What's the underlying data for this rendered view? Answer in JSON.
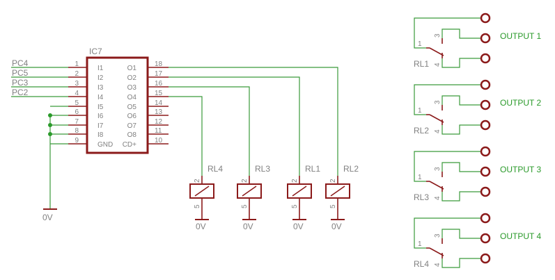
{
  "ic": {
    "name": "IC7",
    "left_pins": [
      {
        "num": "1",
        "label": "I1"
      },
      {
        "num": "2",
        "label": "I2"
      },
      {
        "num": "3",
        "label": "I3"
      },
      {
        "num": "4",
        "label": "I4"
      },
      {
        "num": "5",
        "label": "I5"
      },
      {
        "num": "6",
        "label": "I6"
      },
      {
        "num": "7",
        "label": "I7"
      },
      {
        "num": "8",
        "label": "I8"
      },
      {
        "num": "9",
        "label": "GND"
      }
    ],
    "right_pins": [
      {
        "num": "18",
        "label": "O1"
      },
      {
        "num": "17",
        "label": "O2"
      },
      {
        "num": "16",
        "label": "O3"
      },
      {
        "num": "15",
        "label": "O4"
      },
      {
        "num": "14",
        "label": "O5"
      },
      {
        "num": "13",
        "label": "O6"
      },
      {
        "num": "12",
        "label": "O7"
      },
      {
        "num": "11",
        "label": "O8"
      },
      {
        "num": "10",
        "label": "CD+"
      }
    ]
  },
  "nets": {
    "inputs": [
      "PC4",
      "PC5",
      "PC3",
      "PC2"
    ],
    "ground_label": "0V"
  },
  "coils": [
    {
      "name": "RL4",
      "pin_top": "2",
      "pin_bottom": "5",
      "ground": "0V"
    },
    {
      "name": "RL3",
      "pin_top": "2",
      "pin_bottom": "5",
      "ground": "0V"
    },
    {
      "name": "RL1",
      "pin_top": "2",
      "pin_bottom": "5",
      "ground": "0V"
    },
    {
      "name": "RL2",
      "pin_top": "2",
      "pin_bottom": "5",
      "ground": "0V"
    }
  ],
  "contacts": [
    {
      "name": "RL1",
      "output": "OUTPUT 1",
      "pin_common": "1",
      "pin_no": "3",
      "pin_nc": "4"
    },
    {
      "name": "RL2",
      "output": "OUTPUT 2",
      "pin_common": "1",
      "pin_no": "3",
      "pin_nc": "4"
    },
    {
      "name": "RL3",
      "output": "OUTPUT 3",
      "pin_common": "1",
      "pin_no": "3",
      "pin_nc": "4"
    },
    {
      "name": "RL4",
      "output": "OUTPUT 4",
      "pin_common": "1",
      "pin_no": "3",
      "pin_nc": "4"
    }
  ],
  "colors": {
    "wire": "#3a9a3a",
    "component": "#8b1a1a",
    "label": "#808080",
    "output_label": "#2a9a2a"
  }
}
